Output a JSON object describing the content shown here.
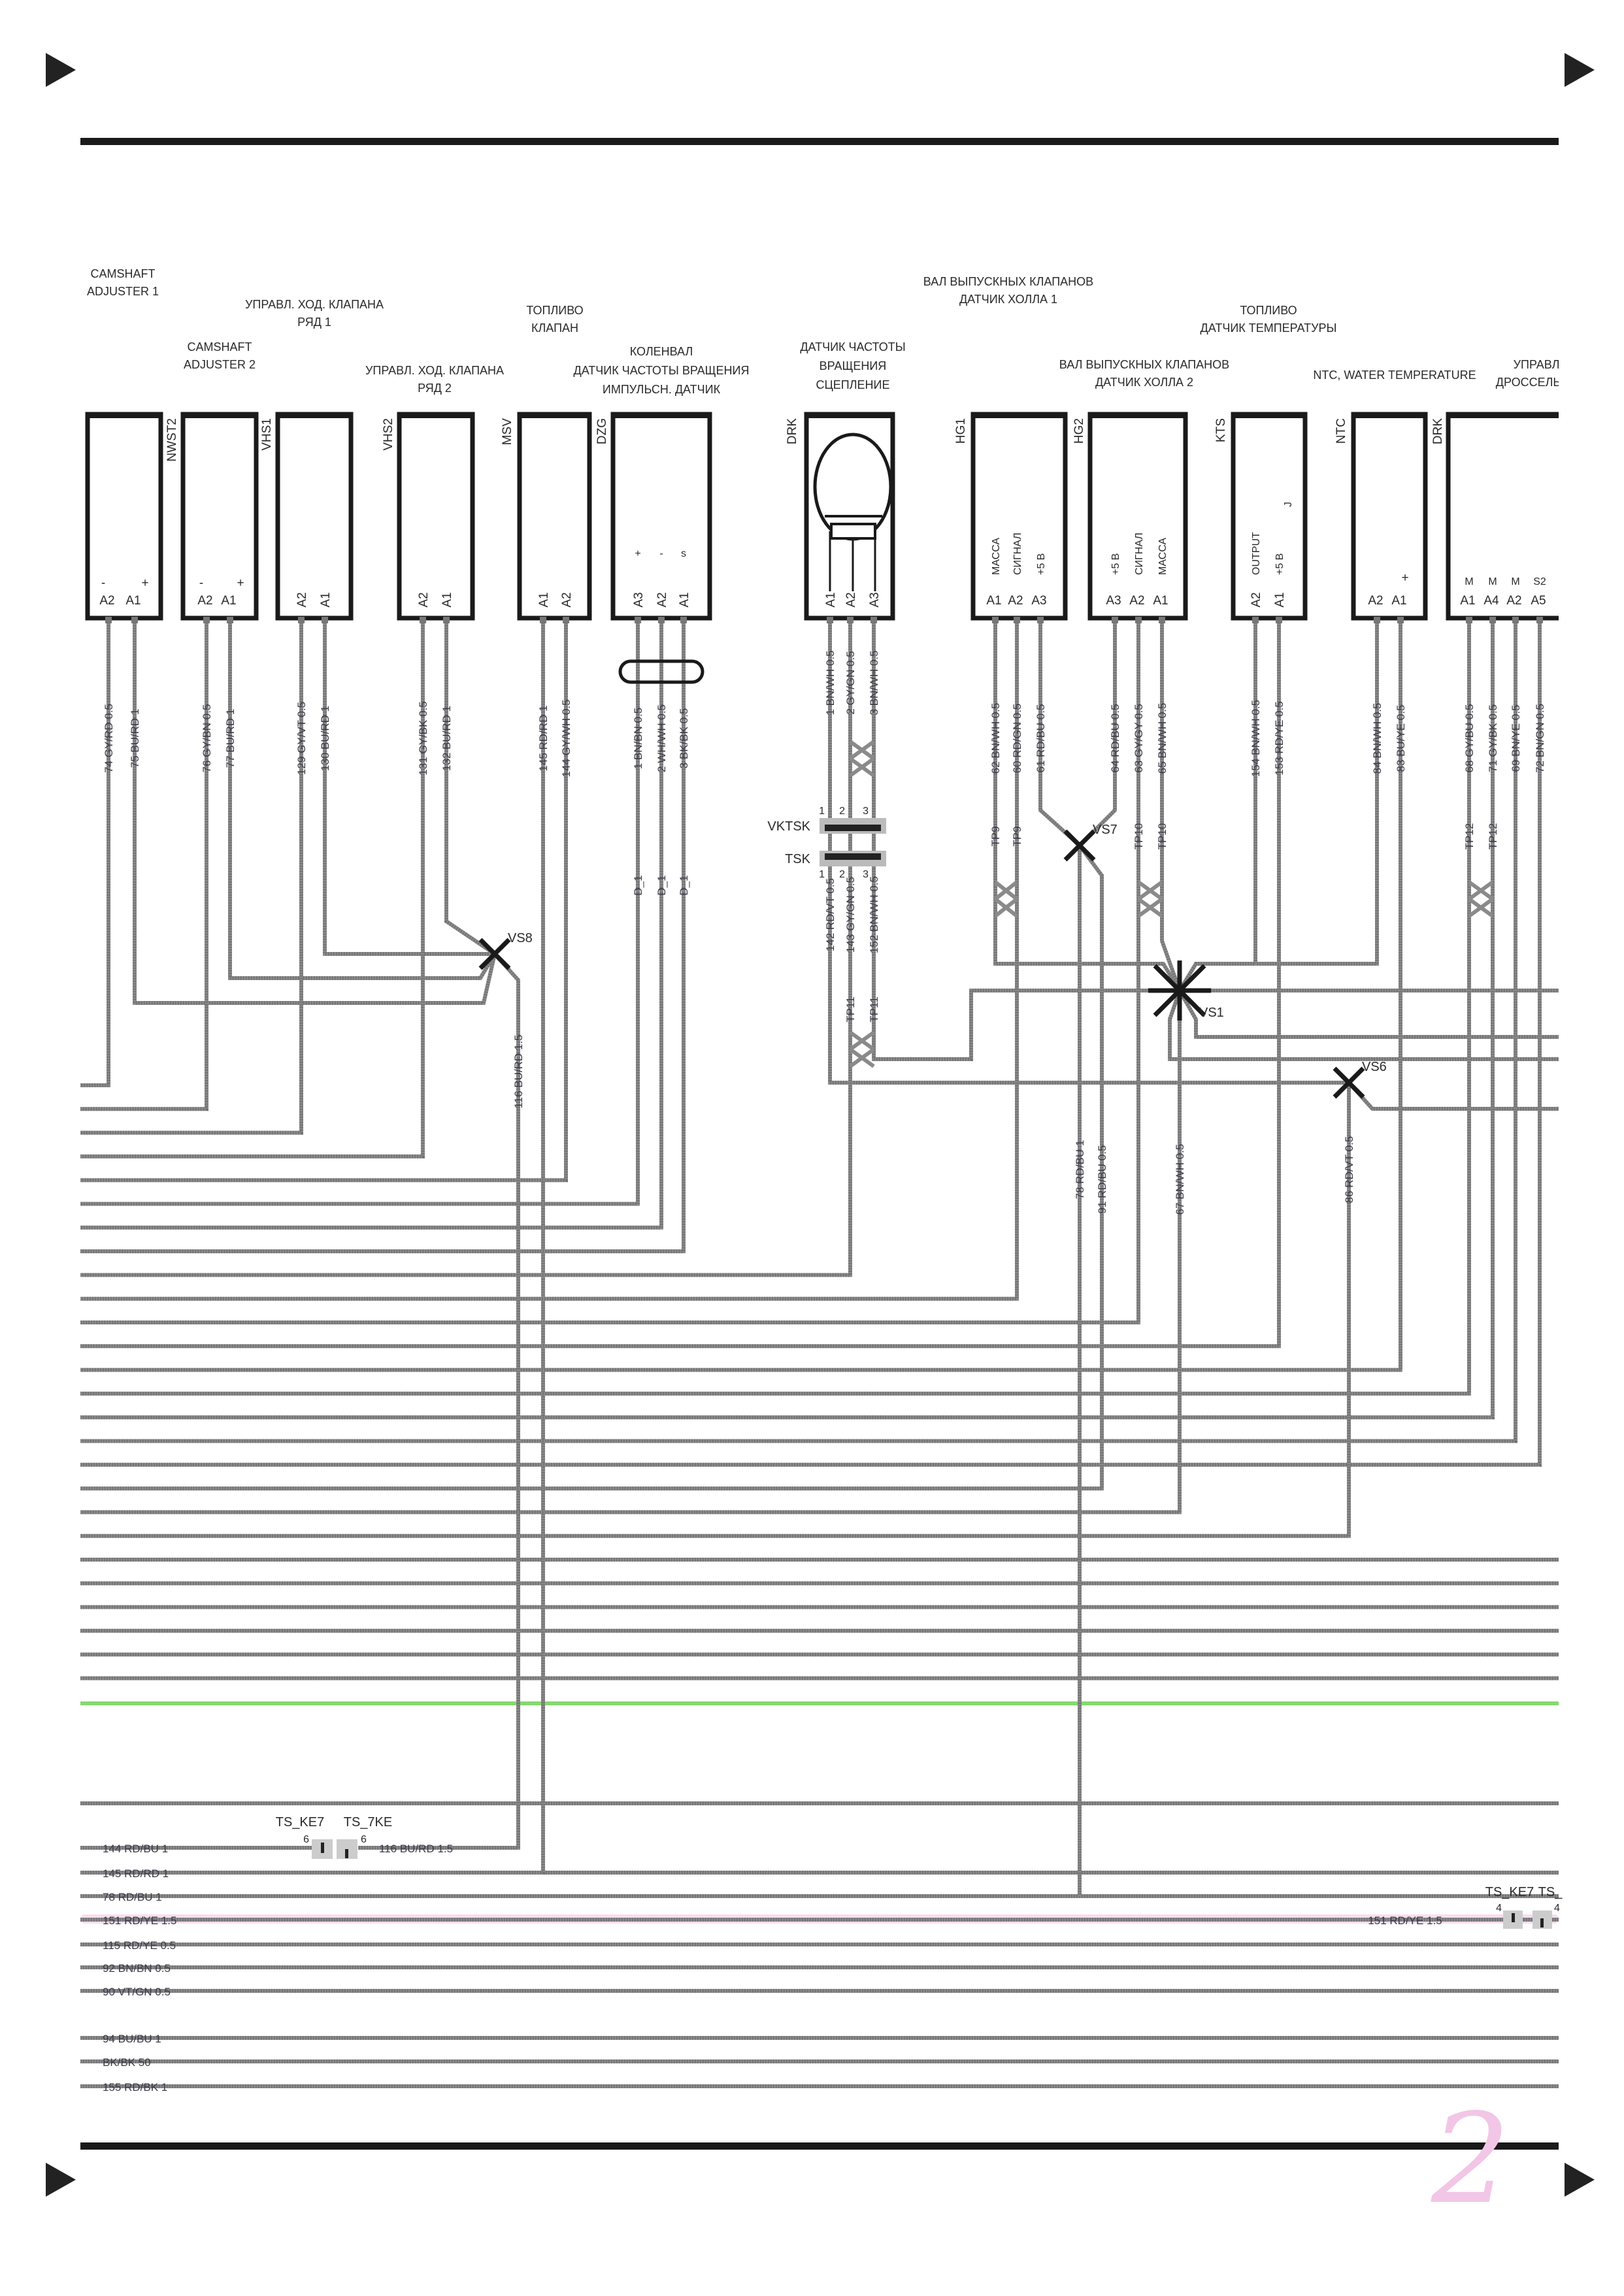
{
  "components": [
    {
      "code": "",
      "title": [
        "CAMSHAFT",
        "ADJUSTER 1"
      ],
      "pins": [
        "A2",
        "A1"
      ],
      "pin_functions": [
        "-",
        "+"
      ]
    },
    {
      "code": "NWST2",
      "title": [
        "CAMSHAFT",
        "ADJUSTER 2"
      ],
      "pins": [
        "A2",
        "A1"
      ],
      "pin_functions": [
        "-",
        "+"
      ]
    },
    {
      "code": "VHS1",
      "title": [
        "УПРАВЛ. ХОД. КЛАПАНА",
        "РЯД 1"
      ],
      "pins": [
        "A2",
        "A1"
      ],
      "pin_functions": []
    },
    {
      "code": "VHS2",
      "title": [
        "УПРАВЛ. ХОД. КЛАПАНА",
        "РЯД 2"
      ],
      "pins": [
        "A2",
        "A1"
      ],
      "pin_functions": []
    },
    {
      "code": "MSV",
      "title": [
        "ТОПЛИВО",
        "КЛАПАН"
      ],
      "pins": [
        "A1",
        "A2"
      ],
      "pin_functions": []
    },
    {
      "code": "DZG",
      "title": [
        "КОЛЕНВАЛ",
        "ДАТЧИК ЧАСТОТЫ ВРАЩЕНИЯ",
        "ИМПУЛЬСН. ДАТЧИК"
      ],
      "pins": [
        "A3",
        "A2",
        "A1"
      ],
      "pin_functions": [
        "+",
        "-",
        "s"
      ]
    },
    {
      "code": "DRK",
      "title": [
        "ДАТЧИК ЧАСТОТЫ",
        "ВРАЩЕНИЯ",
        "СЦЕПЛЕНИЕ"
      ],
      "pins": [
        "A1",
        "A2",
        "A3"
      ],
      "pin_functions": []
    },
    {
      "code": "HG1",
      "title": [
        "ВАЛ ВЫПУСКНЫХ КЛАПАНОВ",
        "ДАТЧИК ХОЛЛА 1"
      ],
      "pins": [
        "A1",
        "A2",
        "A3"
      ],
      "pin_functions": [
        "МАССА",
        "СИГНАЛ",
        "+5 В"
      ]
    },
    {
      "code": "HG2",
      "title": [
        "ВАЛ ВЫПУСКНЫХ КЛАПАНОВ",
        "ДАТЧИК ХОЛЛА 2"
      ],
      "pins": [
        "A3",
        "A2",
        "A1"
      ],
      "pin_functions": [
        "+5 В",
        "СИГНАЛ",
        "МАССА"
      ]
    },
    {
      "code": "KTS",
      "title": [
        "ТОПЛИВО",
        "ДАТЧИК ТЕМПЕРАТУРЫ"
      ],
      "pins": [
        "A2",
        "A1"
      ],
      "pin_functions": [
        "OUTPUT",
        "+5 В",
        "J"
      ]
    },
    {
      "code": "NTC",
      "title": [
        "NTC, WATER TEMPERATURE"
      ],
      "pins": [
        "A2",
        "A1"
      ],
      "pin_functions": [
        "+"
      ]
    },
    {
      "code": "DRK",
      "title": [
        "УПРАВЛ",
        "ДРОССЕЛЬНА"
      ],
      "pins": [
        "A1",
        "A4",
        "A2",
        "A5"
      ],
      "pin_functions": [
        "M",
        "M",
        "M",
        "S2"
      ]
    }
  ],
  "wires": {
    "top": [
      "74 GY/RD 0.5",
      "75 BU/RD 1",
      "76 GY/BN 0.5",
      "77 BU/RD 1",
      "129 GY/VT 0.5",
      "130 BU/RD 1",
      "131 GY/BK 0.5",
      "132 BU/RD 1",
      "145 RD/RD 1",
      "144 GY/WH 0.5",
      "1 BN/BN 0.5",
      "2 WH/WH 0.5",
      "3 BK/BK 0.5",
      "1 BN/WH 0.5",
      "2 GY/GN 0.5",
      "3 BN/WH 0.5",
      "62 BN/WH 0.5",
      "60 RD/GN 0.5",
      "61 RD/BU 0.5",
      "64 RD/BU 0.5",
      "63 GY/GY 0.5",
      "65 BN/WH 0.5",
      "154 BN/WH 0.5",
      "153 RD/YE 0.5",
      "84 BN/WH 0.5",
      "83 BU/YE 0.5",
      "68 GY/BU 0.5",
      "71 GY/BK 0.5",
      "69 BN/YE 0.5",
      "72 BN/GN 0.5"
    ],
    "drk_lower": [
      "142 RD/VT 0.5",
      "143 GY/GN 0.5",
      "152 BN/WH 0.5"
    ],
    "splice_wires": {
      "vs8": "116 BU/RD 1.5",
      "vs7_a": "78 RD/BU 1",
      "vs7_b": "91 RD/BU 0.5",
      "vs1": "67 BN/WH 0.5",
      "vs6": "86 RD/VT 0.5"
    },
    "twisted_pairs": {
      "hg1": "TP9",
      "hg2": "TP10",
      "drk": "TP11",
      "drk2": "TP12"
    },
    "dzg_shield": "D_1"
  },
  "splices": {
    "vs8": "VS8",
    "vs7": "VS7",
    "vs1": "VS1",
    "vs6": "VS6"
  },
  "inline_connectors": {
    "upper": "VKTSK",
    "lower": "TSK",
    "pins": [
      "1",
      "2",
      "3"
    ]
  },
  "bus_labels": [
    "144 RD/BU 1",
    "145 RD/RD 1",
    "78 RD/BU 1",
    "151 RD/YE 1.5",
    "115 RD/YE 0.5",
    "92 BN/BN 0.5",
    "90 VT/GN 0.5",
    "94 BU/BU 1",
    "BK/BK 50",
    "155 RD/BK 1"
  ],
  "bottom_connectors": {
    "left": {
      "a": "TS_KE7",
      "b": "TS_7KE",
      "pin": "6",
      "continuation": "116 BU/RD 1.5"
    },
    "right": {
      "a": "TS_KE7",
      "b": "TS_",
      "pin": "4",
      "wire": "151 RD/YE 1.5"
    }
  },
  "page_mark": "2",
  "colors": {
    "wire": "#8a8a8a",
    "wire_dark": "#555555",
    "box": "#1a1a1a",
    "scan_green": "#86d96f",
    "scan_pink": "#f2c6e6"
  }
}
